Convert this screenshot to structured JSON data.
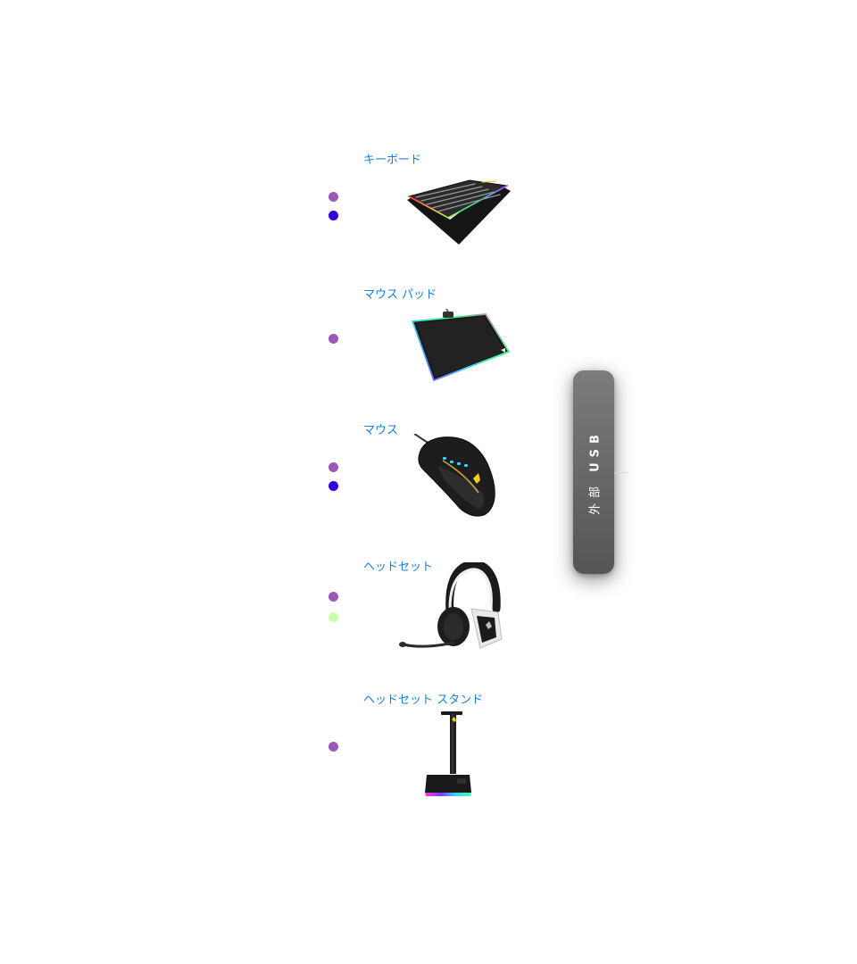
{
  "sections": [
    {
      "title": "キーボード",
      "product_icon": "keyboard-image",
      "dots": [
        "#9b59b6",
        "#3300dd"
      ]
    },
    {
      "title": "マウス パッド",
      "product_icon": "mousepad-image",
      "dots": [
        "#9b59b6"
      ]
    },
    {
      "title": "マウス",
      "product_icon": "mouse-image",
      "dots": [
        "#9b59b6",
        "#3300dd"
      ]
    },
    {
      "title": "ヘッドセット",
      "product_icon": "headset-image",
      "dots": [
        "#9b59b6",
        "#ccffaa"
      ]
    },
    {
      "title": "ヘッドセット スタンド",
      "product_icon": "headset-stand-image",
      "dots": [
        "#9b59b6"
      ]
    }
  ],
  "usb_panel": {
    "label_jp": "外部",
    "label_en": "USB"
  }
}
